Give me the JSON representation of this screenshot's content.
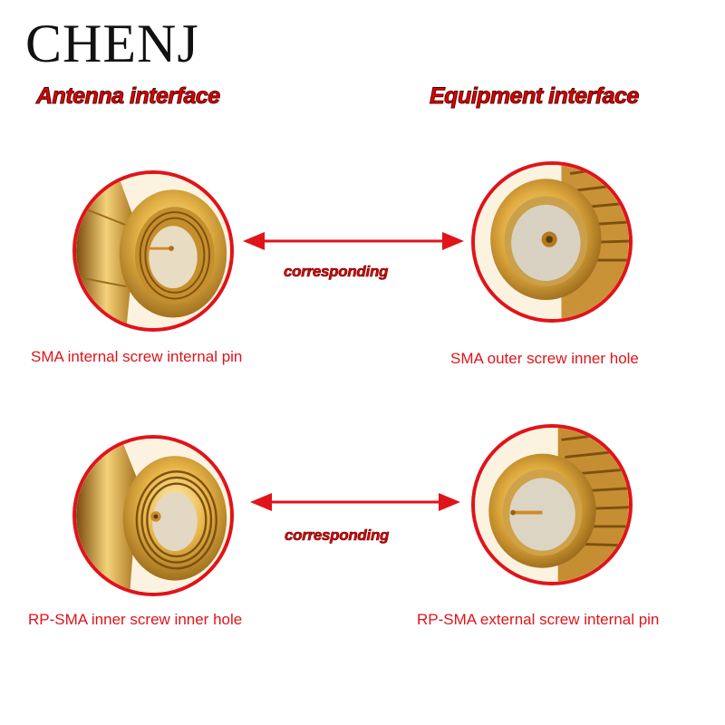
{
  "brand": "CHENJ",
  "headers": {
    "left": "Antenna interface",
    "right": "Equipment interface"
  },
  "corresponding": {
    "top": "corresponding",
    "bottom": "corresponding"
  },
  "captions": {
    "top_left": "SMA internal screw internal pin",
    "top_right": "SMA outer screw inner hole",
    "bottom_left": "RP-SMA inner screw inner hole",
    "bottom_right": "RP-SMA external screw internal pin"
  },
  "colors": {
    "accent_red": "#e0141a",
    "gold": "#d9a43a"
  }
}
